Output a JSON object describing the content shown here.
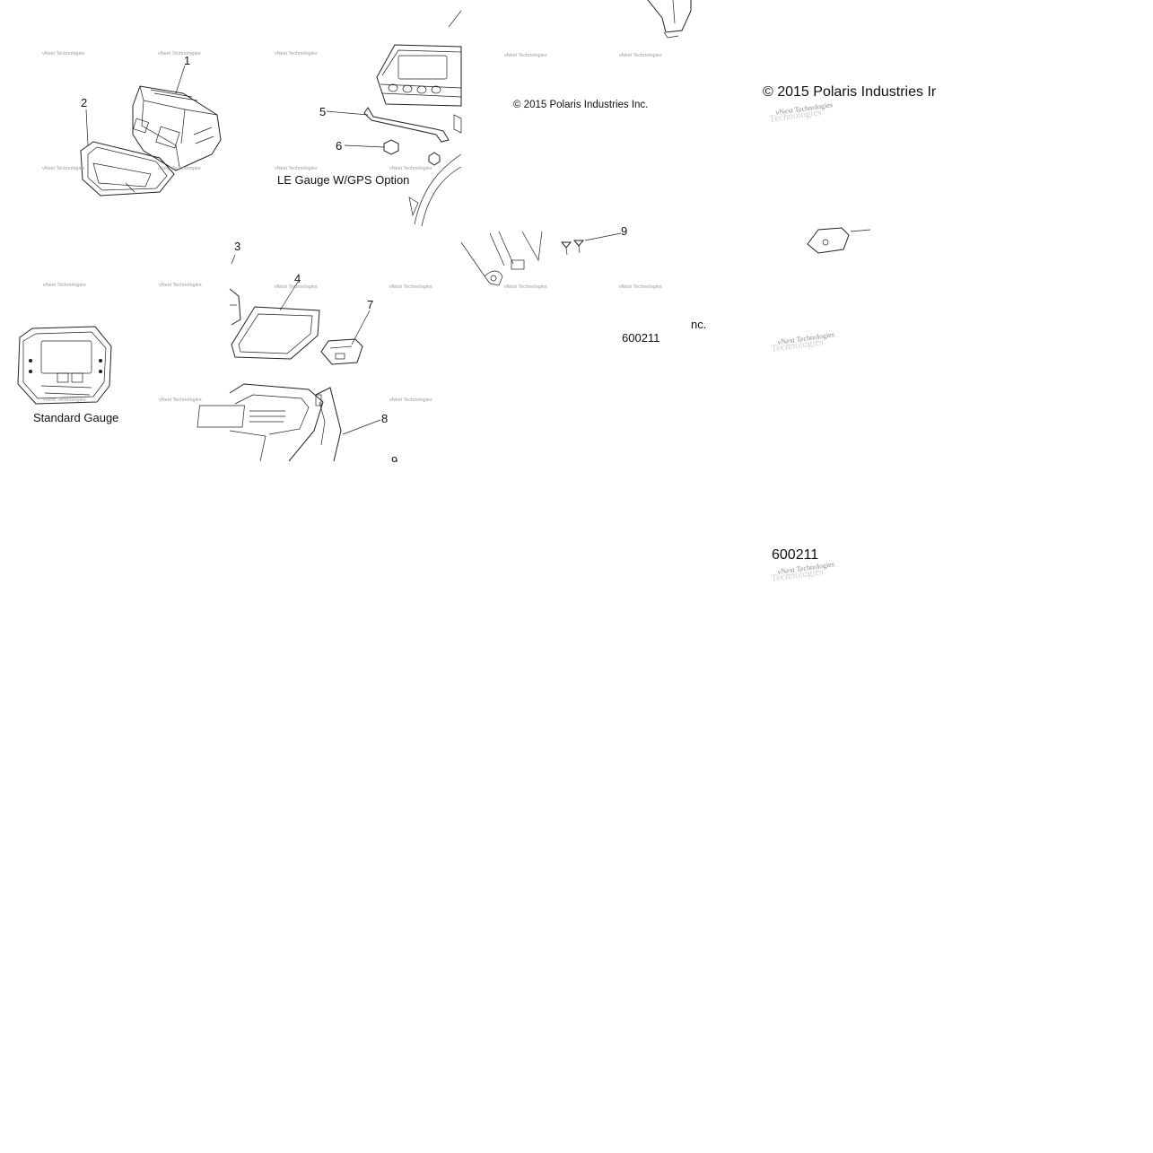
{
  "captions": {
    "le_gauge": "LE Gauge W/GPS Option",
    "standard_gauge": "Standard Gauge"
  },
  "callouts": {
    "c1": "1",
    "c2": "2",
    "c3": "3",
    "c4": "4",
    "c5": "5",
    "c6": "6",
    "c7": "7",
    "c8": "8",
    "c9a": "9",
    "c9b": "9"
  },
  "copyright": {
    "small": "© 2015 Polaris Industries Inc.",
    "large": "© 2015 Polaris Industries Ir",
    "fragment": "nc."
  },
  "part_codes": {
    "small": "600211",
    "large": "600211"
  },
  "watermark": {
    "text": "vNext Technologies",
    "big_line1": "vNext Technologies",
    "big_line2": "Technologies"
  }
}
